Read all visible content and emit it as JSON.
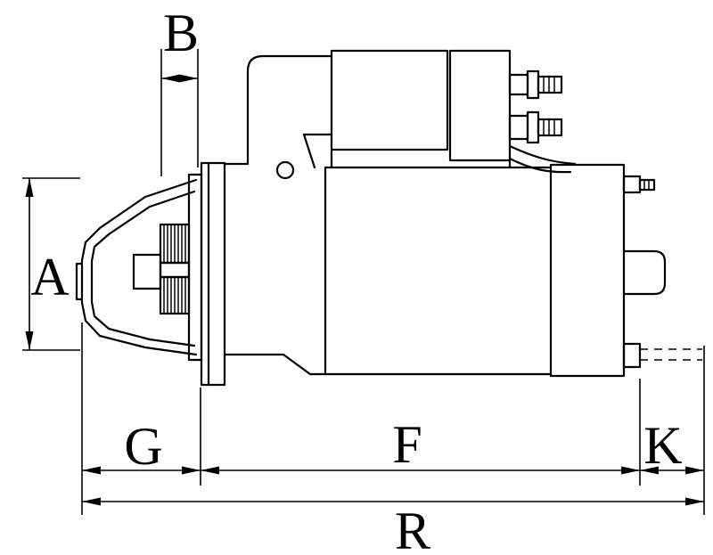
{
  "diagram": {
    "labels": {
      "A": "A",
      "B": "B",
      "G": "G",
      "F": "F",
      "K": "K",
      "R": "R"
    },
    "colors": {
      "line": "#000000",
      "background": "#ffffff"
    }
  }
}
